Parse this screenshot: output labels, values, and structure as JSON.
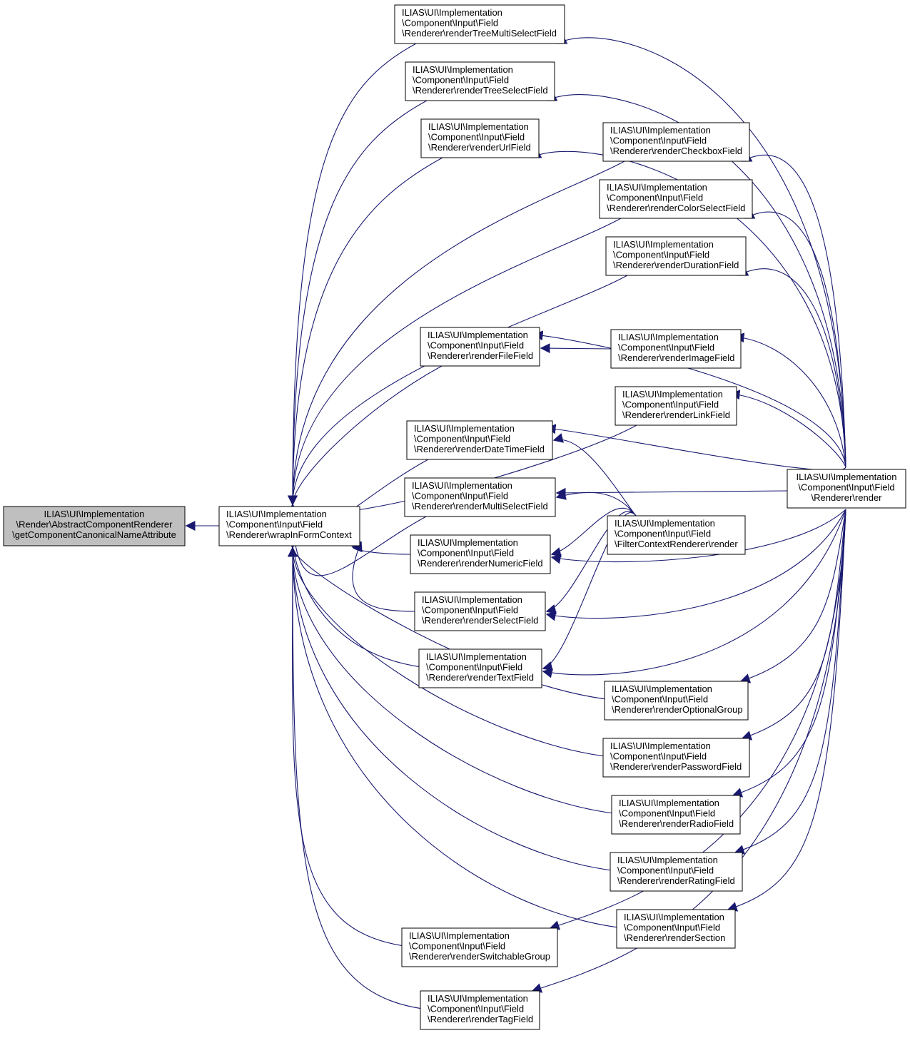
{
  "colors": {
    "edge": "#191970",
    "node_fill": "#ffffff",
    "focus_fill": "#bfbfbf",
    "border": "#000000"
  },
  "nodes": [
    {
      "id": "getComponentCanonicalNameAttribute",
      "lines": [
        "ILIAS\\UI\\Implementation",
        "\\Render\\AbstractComponentRenderer",
        "\\getComponentCanonicalNameAttribute"
      ],
      "align": "middle",
      "focus": true
    },
    {
      "id": "wrapInFormContext",
      "lines": [
        "ILIAS\\UI\\Implementation",
        "\\Component\\Input\\Field",
        "\\Renderer\\wrapInFormContext"
      ],
      "align": "start"
    },
    {
      "id": "renderTreeMultiSelectField",
      "lines": [
        "ILIAS\\UI\\Implementation",
        "\\Component\\Input\\Field",
        "\\Renderer\\renderTreeMultiSelectField"
      ],
      "align": "start"
    },
    {
      "id": "renderTreeSelectField",
      "lines": [
        "ILIAS\\UI\\Implementation",
        "\\Component\\Input\\Field",
        "\\Renderer\\renderTreeSelectField"
      ],
      "align": "start"
    },
    {
      "id": "renderUrlField",
      "lines": [
        "ILIAS\\UI\\Implementation",
        "\\Component\\Input\\Field",
        "\\Renderer\\renderUrlField"
      ],
      "align": "start"
    },
    {
      "id": "renderCheckboxField",
      "lines": [
        "ILIAS\\UI\\Implementation",
        "\\Component\\Input\\Field",
        "\\Renderer\\renderCheckboxField"
      ],
      "align": "start"
    },
    {
      "id": "renderColorSelectField",
      "lines": [
        "ILIAS\\UI\\Implementation",
        "\\Component\\Input\\Field",
        "\\Renderer\\renderColorSelectField"
      ],
      "align": "start"
    },
    {
      "id": "renderDurationField",
      "lines": [
        "ILIAS\\UI\\Implementation",
        "\\Component\\Input\\Field",
        "\\Renderer\\renderDurationField"
      ],
      "align": "start"
    },
    {
      "id": "renderFileField",
      "lines": [
        "ILIAS\\UI\\Implementation",
        "\\Component\\Input\\Field",
        "\\Renderer\\renderFileField"
      ],
      "align": "start"
    },
    {
      "id": "renderImageField",
      "lines": [
        "ILIAS\\UI\\Implementation",
        "\\Component\\Input\\Field",
        "\\Renderer\\renderImageField"
      ],
      "align": "start"
    },
    {
      "id": "renderLinkField",
      "lines": [
        "ILIAS\\UI\\Implementation",
        "\\Component\\Input\\Field",
        "\\Renderer\\renderLinkField"
      ],
      "align": "start"
    },
    {
      "id": "renderDateTimeField",
      "lines": [
        "ILIAS\\UI\\Implementation",
        "\\Component\\Input\\Field",
        "\\Renderer\\renderDateTimeField"
      ],
      "align": "start"
    },
    {
      "id": "renderMultiSelectField",
      "lines": [
        "ILIAS\\UI\\Implementation",
        "\\Component\\Input\\Field",
        "\\Renderer\\renderMultiSelectField"
      ],
      "align": "start"
    },
    {
      "id": "renderNumericField",
      "lines": [
        "ILIAS\\UI\\Implementation",
        "\\Component\\Input\\Field",
        "\\Renderer\\renderNumericField"
      ],
      "align": "start"
    },
    {
      "id": "renderSelectField",
      "lines": [
        "ILIAS\\UI\\Implementation",
        "\\Component\\Input\\Field",
        "\\Renderer\\renderSelectField"
      ],
      "align": "start"
    },
    {
      "id": "renderTextField",
      "lines": [
        "ILIAS\\UI\\Implementation",
        "\\Component\\Input\\Field",
        "\\Renderer\\renderTextField"
      ],
      "align": "start"
    },
    {
      "id": "FilterContextRendererRender",
      "lines": [
        "ILIAS\\UI\\Implementation",
        "\\Component\\Input\\Field",
        "\\FilterContextRenderer\\render"
      ],
      "align": "start"
    },
    {
      "id": "RendererRender",
      "lines": [
        "ILIAS\\UI\\Implementation",
        "\\Component\\Input\\Field",
        "\\Renderer\\render"
      ],
      "align": "middle"
    },
    {
      "id": "renderOptionalGroup",
      "lines": [
        "ILIAS\\UI\\Implementation",
        "\\Component\\Input\\Field",
        "\\Renderer\\renderOptionalGroup"
      ],
      "align": "start"
    },
    {
      "id": "renderPasswordField",
      "lines": [
        "ILIAS\\UI\\Implementation",
        "\\Component\\Input\\Field",
        "\\Renderer\\renderPasswordField"
      ],
      "align": "start"
    },
    {
      "id": "renderRadioField",
      "lines": [
        "ILIAS\\UI\\Implementation",
        "\\Component\\Input\\Field",
        "\\Renderer\\renderRadioField"
      ],
      "align": "start"
    },
    {
      "id": "renderRatingField",
      "lines": [
        "ILIAS\\UI\\Implementation",
        "\\Component\\Input\\Field",
        "\\Renderer\\renderRatingField"
      ],
      "align": "start"
    },
    {
      "id": "renderSection",
      "lines": [
        "ILIAS\\UI\\Implementation",
        "\\Component\\Input\\Field",
        "\\Renderer\\renderSection"
      ],
      "align": "start"
    },
    {
      "id": "renderSwitchableGroup",
      "lines": [
        "ILIAS\\UI\\Implementation",
        "\\Component\\Input\\Field",
        "\\Renderer\\renderSwitchableGroup"
      ],
      "align": "start"
    },
    {
      "id": "renderTagField",
      "lines": [
        "ILIAS\\UI\\Implementation",
        "\\Component\\Input\\Field",
        "\\Renderer\\renderTagField"
      ],
      "align": "start"
    }
  ],
  "edges": [
    {
      "from": "wrapInFormContext",
      "to": "getComponentCanonicalNameAttribute"
    },
    {
      "from": "renderTreeMultiSelectField",
      "to": "wrapInFormContext"
    },
    {
      "from": "renderTreeSelectField",
      "to": "wrapInFormContext"
    },
    {
      "from": "renderUrlField",
      "to": "wrapInFormContext"
    },
    {
      "from": "renderCheckboxField",
      "to": "wrapInFormContext"
    },
    {
      "from": "renderColorSelectField",
      "to": "wrapInFormContext"
    },
    {
      "from": "renderDurationField",
      "to": "wrapInFormContext"
    },
    {
      "from": "renderFileField",
      "to": "wrapInFormContext"
    },
    {
      "from": "renderLinkField",
      "to": "wrapInFormContext"
    },
    {
      "from": "renderDateTimeField",
      "to": "wrapInFormContext"
    },
    {
      "from": "renderMultiSelectField",
      "to": "wrapInFormContext"
    },
    {
      "from": "renderNumericField",
      "to": "wrapInFormContext"
    },
    {
      "from": "renderSelectField",
      "to": "wrapInFormContext"
    },
    {
      "from": "renderTextField",
      "to": "wrapInFormContext"
    },
    {
      "from": "renderOptionalGroup",
      "to": "wrapInFormContext"
    },
    {
      "from": "renderPasswordField",
      "to": "wrapInFormContext"
    },
    {
      "from": "renderRadioField",
      "to": "wrapInFormContext"
    },
    {
      "from": "renderRatingField",
      "to": "wrapInFormContext"
    },
    {
      "from": "renderSection",
      "to": "wrapInFormContext"
    },
    {
      "from": "renderSwitchableGroup",
      "to": "wrapInFormContext"
    },
    {
      "from": "renderTagField",
      "to": "wrapInFormContext"
    },
    {
      "from": "renderImageField",
      "to": "renderFileField"
    },
    {
      "from": "RendererRender",
      "to": "renderTreeMultiSelectField"
    },
    {
      "from": "RendererRender",
      "to": "renderTreeSelectField"
    },
    {
      "from": "RendererRender",
      "to": "renderUrlField"
    },
    {
      "from": "RendererRender",
      "to": "renderCheckboxField"
    },
    {
      "from": "RendererRender",
      "to": "renderColorSelectField"
    },
    {
      "from": "RendererRender",
      "to": "renderDurationField"
    },
    {
      "from": "RendererRender",
      "to": "renderFileField"
    },
    {
      "from": "RendererRender",
      "to": "renderImageField"
    },
    {
      "from": "RendererRender",
      "to": "renderLinkField"
    },
    {
      "from": "RendererRender",
      "to": "renderDateTimeField"
    },
    {
      "from": "RendererRender",
      "to": "renderMultiSelectField"
    },
    {
      "from": "RendererRender",
      "to": "renderNumericField"
    },
    {
      "from": "RendererRender",
      "to": "renderSelectField"
    },
    {
      "from": "RendererRender",
      "to": "renderTextField"
    },
    {
      "from": "RendererRender",
      "to": "renderOptionalGroup"
    },
    {
      "from": "RendererRender",
      "to": "renderPasswordField"
    },
    {
      "from": "RendererRender",
      "to": "renderRadioField"
    },
    {
      "from": "RendererRender",
      "to": "renderRatingField"
    },
    {
      "from": "RendererRender",
      "to": "renderSection"
    },
    {
      "from": "RendererRender",
      "to": "renderSwitchableGroup"
    },
    {
      "from": "RendererRender",
      "to": "renderTagField"
    },
    {
      "from": "FilterContextRendererRender",
      "to": "renderDateTimeField"
    },
    {
      "from": "FilterContextRendererRender",
      "to": "renderMultiSelectField"
    },
    {
      "from": "FilterContextRendererRender",
      "to": "renderNumericField"
    },
    {
      "from": "FilterContextRendererRender",
      "to": "renderSelectField"
    },
    {
      "from": "FilterContextRendererRender",
      "to": "renderTextField"
    }
  ]
}
